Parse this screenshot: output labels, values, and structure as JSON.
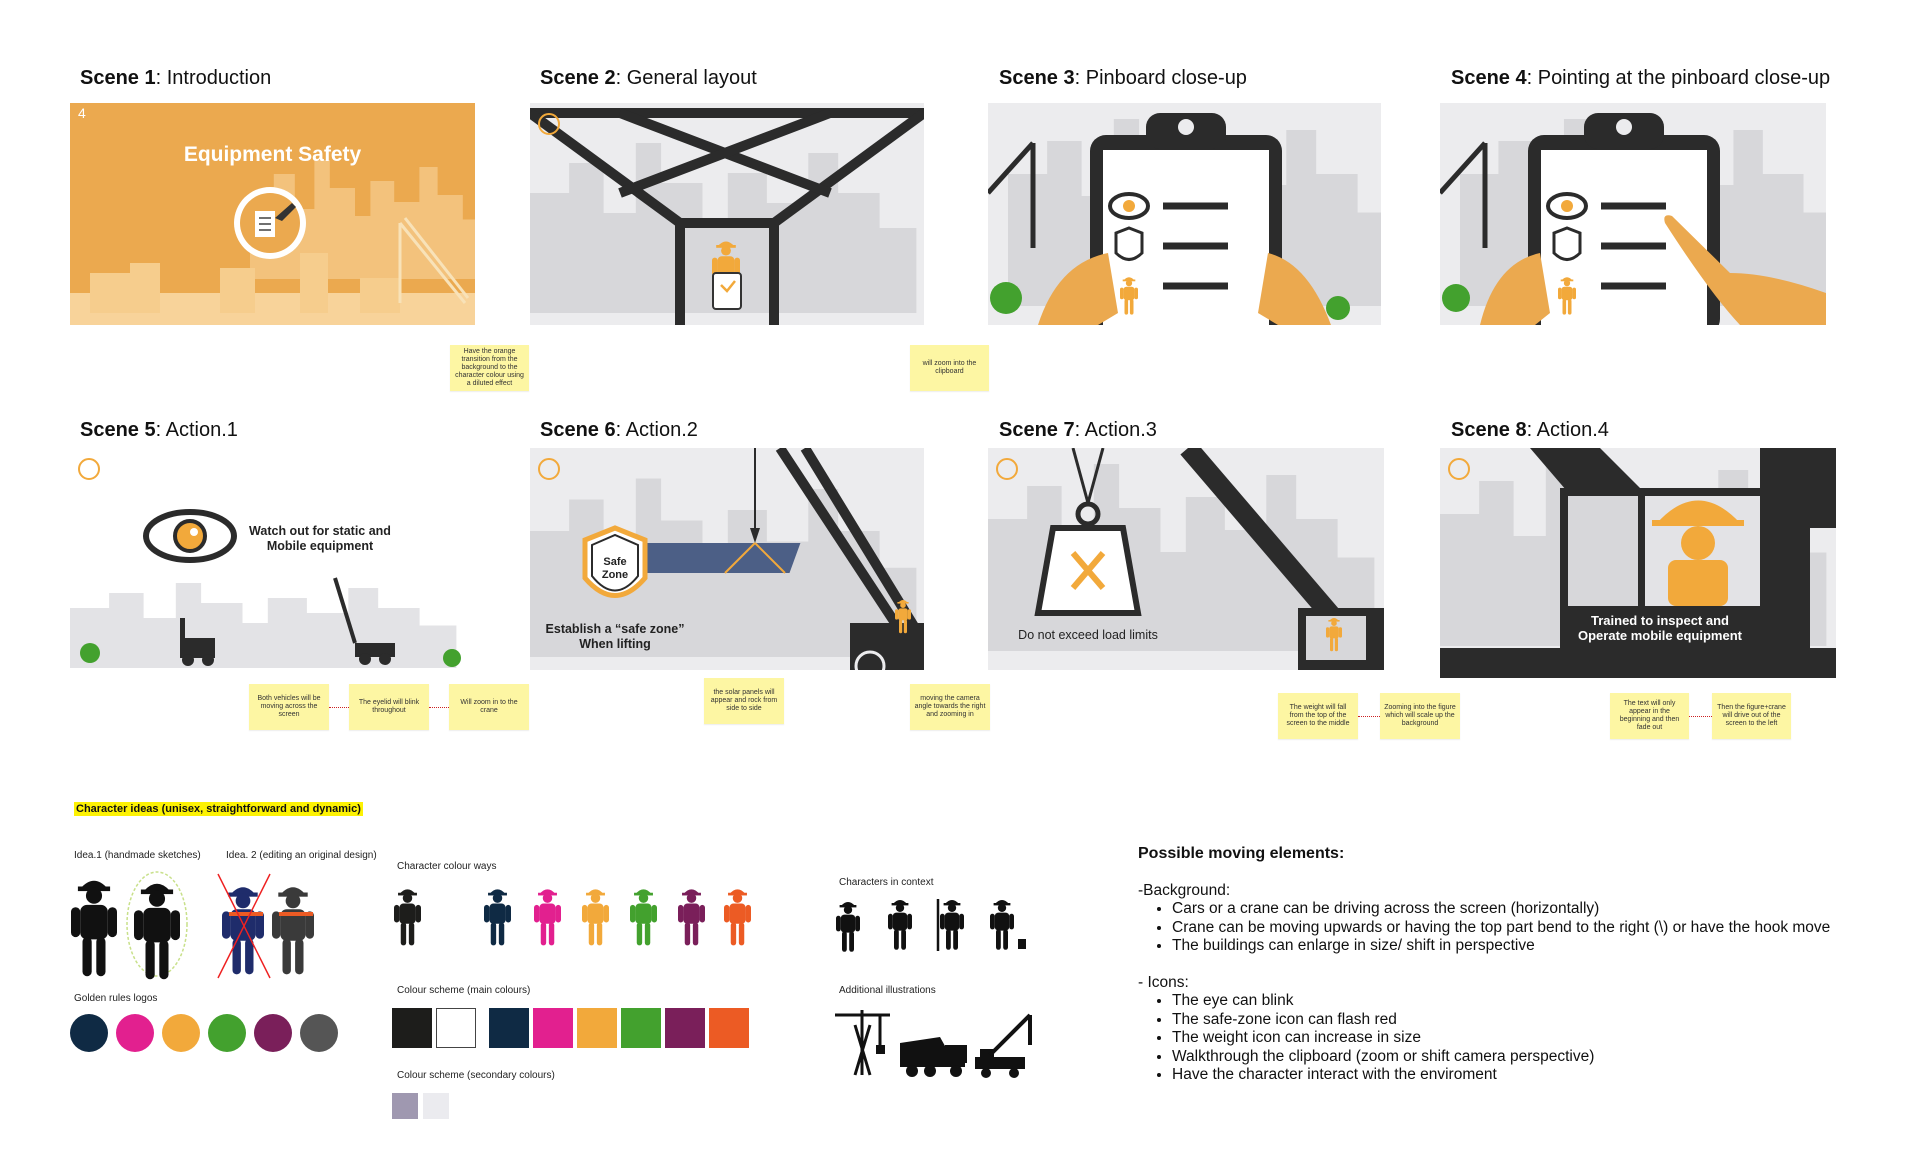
{
  "scenes": [
    {
      "label": "Scene 1",
      "title": ": Introduction"
    },
    {
      "label": "Scene 2",
      "title": ": General layout"
    },
    {
      "label": "Scene 3",
      "title": ": Pinboard close-up"
    },
    {
      "label": "Scene 4",
      "title": ": Pointing at the pinboard  close-up"
    },
    {
      "label": "Scene 5",
      "title": ": Action.1"
    },
    {
      "label": "Scene 6",
      "title": ": Action.2"
    },
    {
      "label": "Scene 7",
      "title": ": Action.3"
    },
    {
      "label": "Scene 8",
      "title": ": Action.4"
    }
  ],
  "frames": {
    "s1_number": "4",
    "s1_title": "Equipment Safety",
    "safe_zone_line1": "Safe",
    "safe_zone_line2": "Zone",
    "s5_text_line1": "Watch out for static and",
    "s5_text_line2": "Mobile equipment",
    "s6_text_line1": "Establish a “safe zone”",
    "s6_text_line2": "When lifting",
    "s7_text": "Do not exceed load limits",
    "s8_text_line1": "Trained to inspect and",
    "s8_text_line2": "Operate mobile equipment"
  },
  "notes": {
    "n1": "Have the orange transition from the background to the character colour using a diluted effect",
    "n2": "will zoom into the clipboard",
    "n3": "Both vehicles will be moving across the screen",
    "n4": "The eyelid will blink throughout",
    "n5": "Will zoom in to the crane",
    "n6": "the solar panels will appear and rock from side to side",
    "n7": "moving the camera angle towards the right and zooming in",
    "n8": "The weight will fall from the top of the screen to the middle",
    "n9": "Zooming into the figure which will scale up the background",
    "n10": "The text will only appear in the beginning and then fade out",
    "n11": "Then the figure+crane will drive out of the screen to the left"
  },
  "character_section": {
    "heading": "Character ideas (unisex, straightforward and dynamic)",
    "idea1": "Idea.1 (handmade sketches)",
    "idea2": "Idea. 2 (editing an original design)",
    "golden_rules": "Golden rules logos",
    "colour_ways": "Character colour ways",
    "scheme_main": "Colour scheme (main colours)",
    "scheme_secondary": "Colour scheme (secondary colours)",
    "in_context": "Characters in context",
    "additional": "Additional illustrations"
  },
  "colours": {
    "main": [
      "#1d1d1b",
      "#ffffff",
      "#0f2a44",
      "#e2208f",
      "#f2a93b",
      "#43a12e",
      "#7a1f5a",
      "#ec5b24"
    ],
    "secondary": [
      "#9f98b0",
      "#ebebef"
    ],
    "character_ways": [
      "#1d1d1b",
      "#0f2a44",
      "#e2208f",
      "#f2a93b",
      "#43a12e",
      "#7a1f5a",
      "#ec5b24"
    ],
    "logos": [
      "#0f2a44",
      "#e2208f",
      "#f2a93b",
      "#43a12e",
      "#7a1f5a",
      "#555555"
    ],
    "accent_orange": "#f2a93b"
  },
  "moving_elements": {
    "heading": "Possible moving elements:",
    "background_label": "-Background:",
    "background_items": [
      "Cars or a crane can be driving across the screen (horizontally)",
      "Crane can be moving upwards or having the top part bend to the right (\\) or have the hook move",
      "The buildings can enlarge in size/ shift in perspective"
    ],
    "icons_label": "- Icons:",
    "icons_items": [
      "The eye can blink",
      "The safe-zone icon can flash red",
      "The weight icon can increase in size",
      "Walkthrough the clipboard (zoom or shift camera perspective)",
      "Have the character interact with the enviroment"
    ]
  }
}
